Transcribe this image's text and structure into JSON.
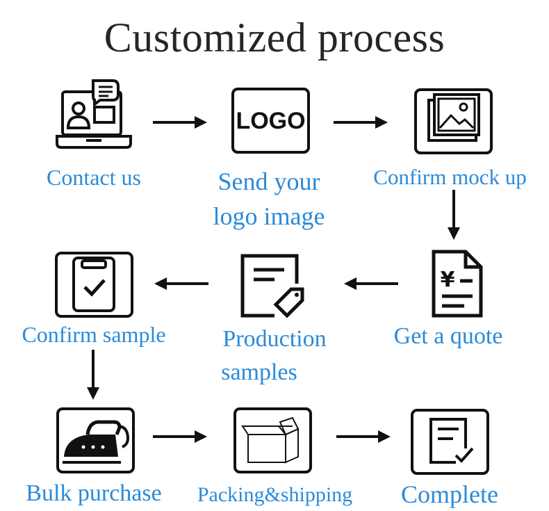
{
  "title": "Customized process",
  "steps": [
    {
      "icon": "contact-laptop-icon",
      "label": "Contact us"
    },
    {
      "icon": "logo-box-icon",
      "label_line1": "Send your",
      "label_line2": "logo image",
      "logo_text": "LOGO"
    },
    {
      "icon": "image-gallery-icon",
      "label": "Confirm mock up"
    },
    {
      "icon": "yen-invoice-icon",
      "label": "Get a quote",
      "currency_symbol": "¥"
    },
    {
      "icon": "document-tag-icon",
      "label_line1": "Production",
      "label_line2": "samples"
    },
    {
      "icon": "clipboard-check-icon",
      "label": "Confirm sample"
    },
    {
      "icon": "iron-icon",
      "label": "Bulk purchase"
    },
    {
      "icon": "open-box-icon",
      "label": "Packing&shipping"
    },
    {
      "icon": "document-check-icon",
      "label": "Complete"
    }
  ],
  "colors": {
    "label": "#2b8ad8",
    "title": "#262626",
    "icon": "#111111"
  }
}
